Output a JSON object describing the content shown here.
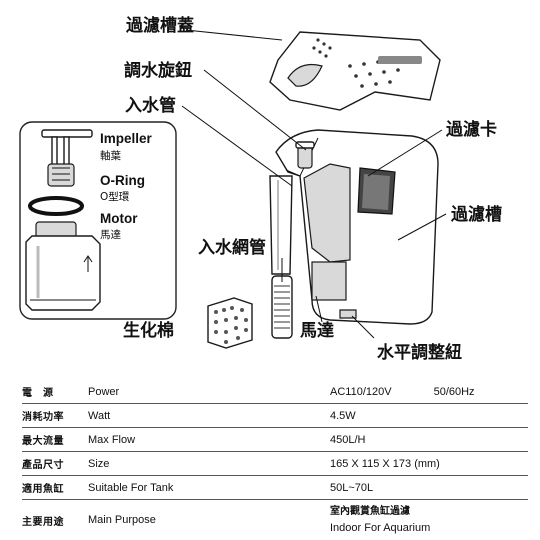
{
  "labels": {
    "cover": "過濾槽蓋",
    "knob": "調水旋鈕",
    "intake": "入水管",
    "filter_card": "過濾卡",
    "filter_tank": "過濾槽",
    "intake_mesh": "入水網管",
    "sponge": "生化棉",
    "motor": "馬達",
    "level_knob": "水平調整紐"
  },
  "inset": {
    "impeller_en": "Impeller",
    "impeller_zh": "軸葉",
    "oring_en": "O-Ring",
    "oring_zh": "O型環",
    "motor_en": "Motor",
    "motor_zh": "馬達"
  },
  "specs": [
    {
      "zh": "電　源",
      "en": "Power",
      "value": "AC110/120V",
      "value2": "50/60Hz"
    },
    {
      "zh": "消耗功率",
      "en": "Watt",
      "value": "4.5W"
    },
    {
      "zh": "最大流量",
      "en": "Max Flow",
      "value": "450L/H"
    },
    {
      "zh": "產品尺寸",
      "en": "Size",
      "value": "165 X 115 X 173 (mm)"
    },
    {
      "zh": "適用魚缸",
      "en": "Suitable For Tank",
      "value": "50L~70L"
    },
    {
      "zh": "主要用途",
      "en": "Main Purpose",
      "value": "室內觀賞魚缸過濾",
      "value2": "Indoor For Aquarium"
    }
  ]
}
